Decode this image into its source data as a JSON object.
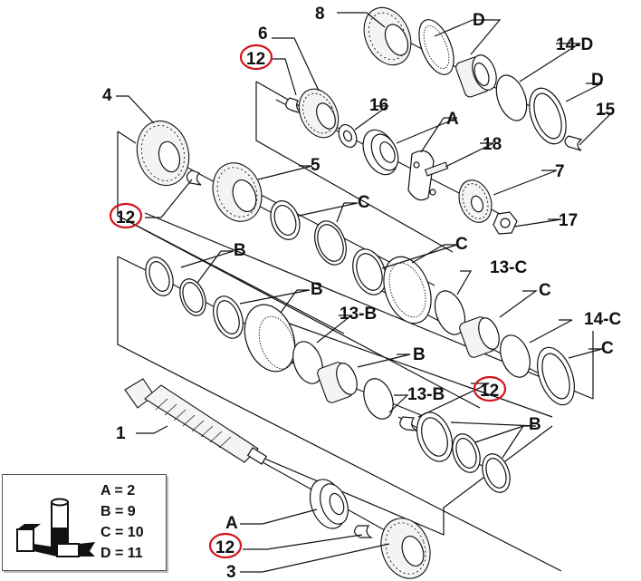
{
  "diagram": {
    "title": "Gearbox exploded view",
    "callouts": {
      "p1": "1",
      "p3": "3",
      "p4": "4",
      "p5": "5",
      "p6": "6",
      "p7": "7",
      "p8": "8",
      "p15": "15",
      "p16": "16",
      "p17": "17",
      "p18": "18",
      "p12_a": "12",
      "p12_b": "12",
      "p12_c": "12",
      "p12_d": "12",
      "A_top": "A",
      "A_bottom": "A",
      "B_1": "B",
      "B_2": "B",
      "B_3": "B",
      "B_4": "B",
      "C_1": "C",
      "C_2": "C",
      "C_3": "C",
      "C_4": "C",
      "D_1": "D",
      "D_2": "D",
      "p13C": "13-C",
      "p13B_1": "13-B",
      "p13B_2": "13-B",
      "p14C": "14-C",
      "p14D": "14-D"
    },
    "highlight_color": "#d0141b"
  },
  "legend": {
    "items": [
      {
        "key": "A",
        "value": "2",
        "text": "A = 2"
      },
      {
        "key": "B",
        "value": "9",
        "text": "B = 9"
      },
      {
        "key": "C",
        "value": "10",
        "text": "C = 10"
      },
      {
        "key": "D",
        "value": "11",
        "text": "D = 11"
      }
    ],
    "icon": "tools-kit-icon"
  }
}
